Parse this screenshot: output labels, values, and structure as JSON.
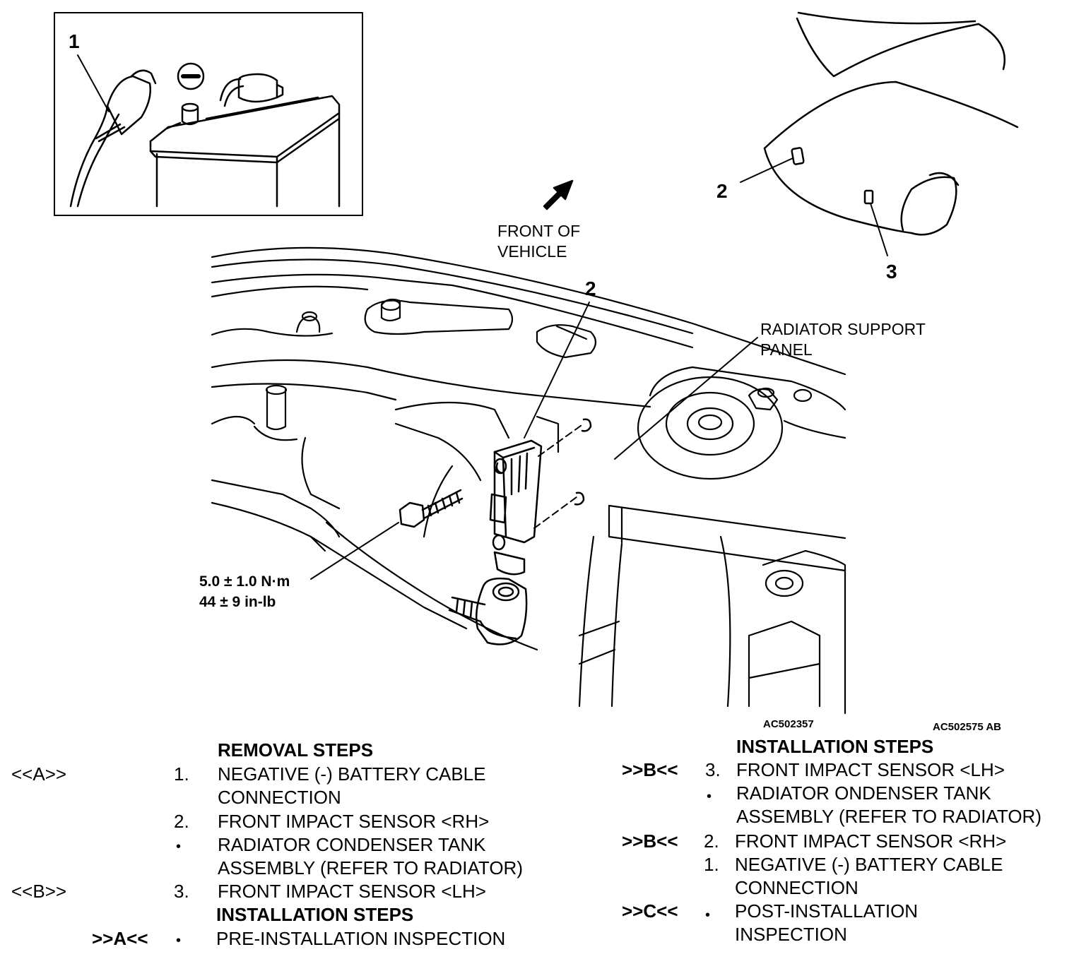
{
  "diagram": {
    "callouts": {
      "inset_1": "1",
      "inset_2": "2",
      "inset_3": "3",
      "main_2": "2"
    },
    "labels": {
      "front_of_vehicle_line1": "FRONT OF",
      "front_of_vehicle_line2": "VEHICLE",
      "radiator_support_line1": "RADIATOR SUPPORT",
      "radiator_support_line2": "PANEL"
    },
    "torque": {
      "metric": "5.0 ± 1.0 N·m",
      "imperial": "44 ± 9 in-lb"
    },
    "codes": {
      "left": "AC502357",
      "right": "AC502575 AB"
    },
    "battery_symbol": "minus-icon"
  },
  "removal": {
    "heading": "REMOVAL STEPS",
    "steps": [
      {
        "ref": "<<A>>",
        "num": "1.",
        "lines": [
          "NEGATIVE (-) BATTERY CABLE",
          "CONNECTION"
        ]
      },
      {
        "ref": "",
        "num": "2.",
        "lines": [
          "FRONT IMPACT SENSOR <RH>"
        ]
      },
      {
        "ref": "",
        "num": "•",
        "lines": [
          "RADIATOR CONDENSER TANK",
          "ASSEMBLY (REFER TO RADIATOR)"
        ]
      },
      {
        "ref": "<<B>>",
        "num": "3.",
        "lines": [
          "FRONT IMPACT SENSOR <LH>"
        ]
      }
    ],
    "installation_heading": "INSTALLATION STEPS",
    "installation_steps": [
      {
        "ref": ">>A<<",
        "num": "•",
        "lines": [
          "PRE-INSTALLATION INSPECTION"
        ]
      }
    ]
  },
  "installation": {
    "heading": "INSTALLATION STEPS",
    "steps": [
      {
        "ref": ">>B<<",
        "num": "3.",
        "lines": [
          "FRONT IMPACT SENSOR <LH>"
        ]
      },
      {
        "ref": "",
        "num": "•",
        "lines": [
          "RADIATOR ONDENSER TANK",
          "ASSEMBLY (REFER TO RADIATOR)"
        ]
      },
      {
        "ref": ">>B<<",
        "num": "2.",
        "lines": [
          "FRONT IMPACT SENSOR <RH>"
        ]
      },
      {
        "ref": "",
        "num": "1.",
        "lines": [
          "NEGATIVE (-) BATTERY CABLE",
          "CONNECTION"
        ]
      },
      {
        "ref": ">>C<<",
        "num": "•",
        "lines": [
          "POST-INSTALLATION",
          "INSPECTION"
        ]
      }
    ]
  }
}
